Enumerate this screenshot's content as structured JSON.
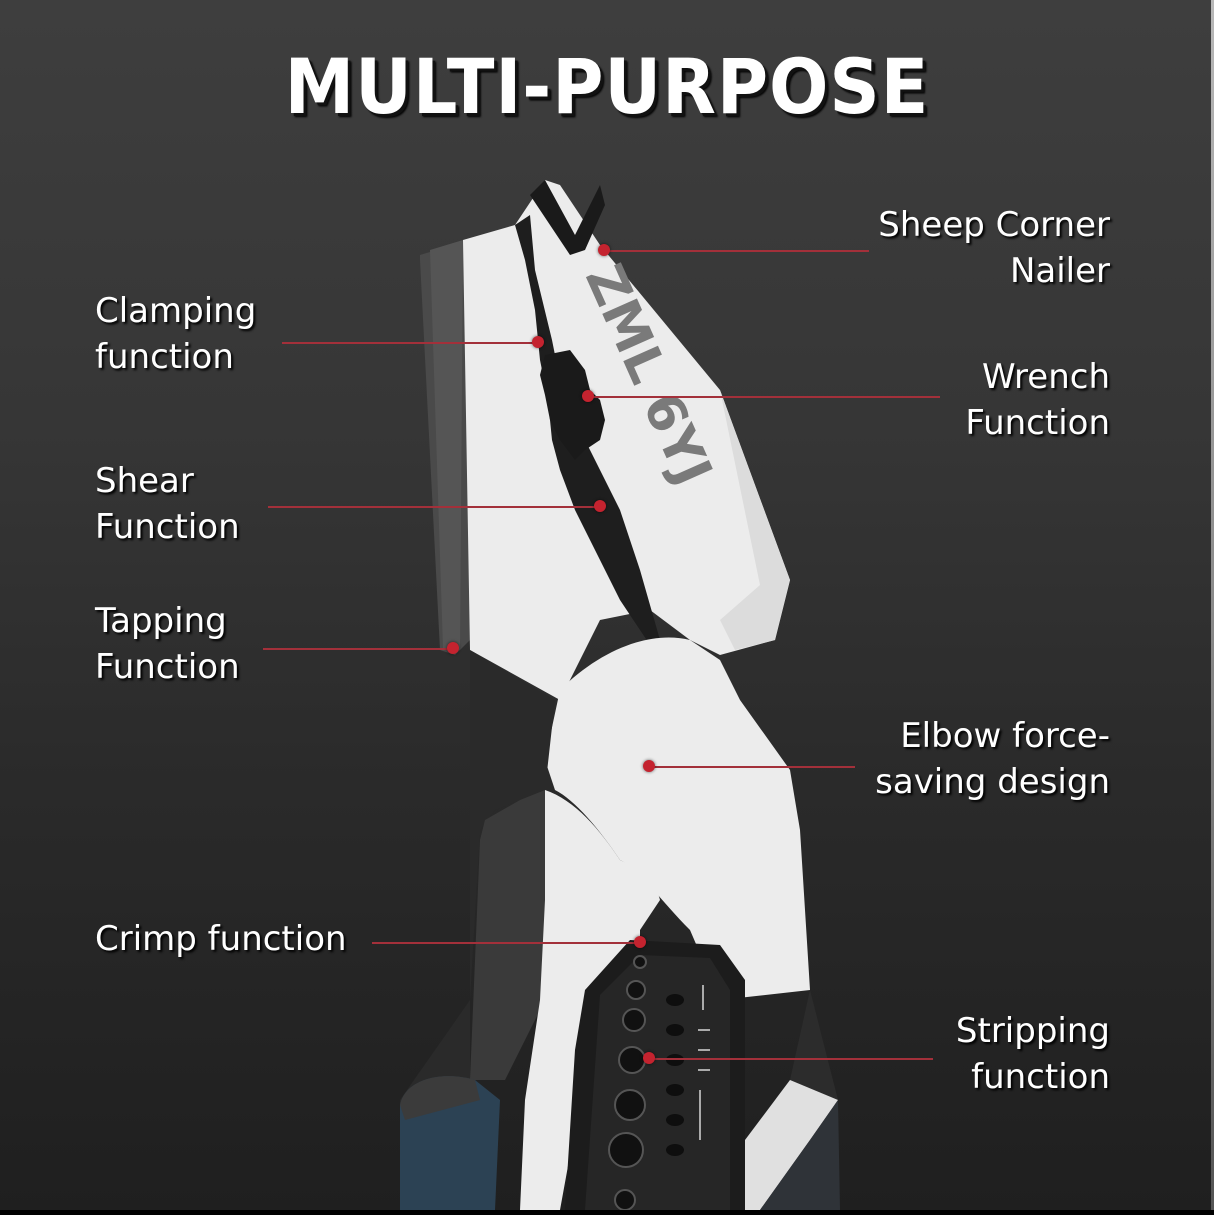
{
  "title": "MULTI-PURPOSE",
  "brand_mark": "ZML 6YJ",
  "colors": {
    "background_top": "#3e3e3e",
    "background_bottom": "#1f1f1f",
    "accent_red": "#c4232f",
    "leader_line": "#a3303a",
    "text": "#ffffff",
    "tool_steel": "#e8e8e8",
    "handle_blue": "#2c4254"
  },
  "callouts": {
    "left": [
      {
        "id": "clamping",
        "text": "Clamping\nfunction"
      },
      {
        "id": "shear",
        "text": "Shear\nFunction"
      },
      {
        "id": "tapping",
        "text": "Tapping\nFunction"
      },
      {
        "id": "crimp",
        "text": "Crimp function"
      }
    ],
    "right": [
      {
        "id": "sheep-corner",
        "text": "Sheep Corner\nNailer"
      },
      {
        "id": "wrench",
        "text": "Wrench\nFunction"
      },
      {
        "id": "elbow",
        "text": "Elbow force-\nsaving design"
      },
      {
        "id": "stripping",
        "text": "Stripping\nfunction"
      }
    ]
  }
}
